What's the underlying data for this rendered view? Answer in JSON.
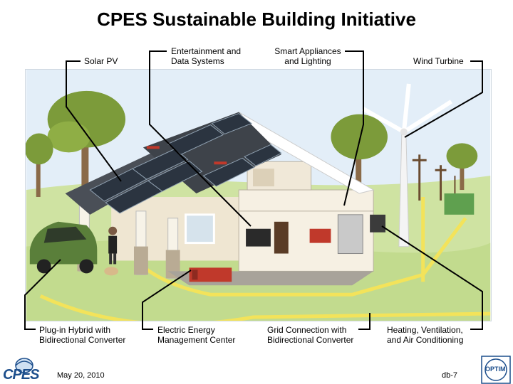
{
  "title": "CPES Sustainable Building Initiative",
  "callouts": {
    "solar_pv": "Solar PV",
    "entertainment_1": "Entertainment and",
    "entertainment_2": "Data Systems",
    "smart_1": "Smart Appliances",
    "smart_2": "and Lighting",
    "wind_turbine": "Wind Turbine",
    "hybrid_1": "Plug-in Hybrid with",
    "hybrid_2": "Bidirectional Converter",
    "energy_1": "Electric Energy",
    "energy_2": "Management Center",
    "grid_1": "Grid Connection with",
    "grid_2": "Bidirectional Converter",
    "hvac_1": "Heating, Ventilation,",
    "hvac_2": "and Air Conditioning"
  },
  "footer": {
    "date": "May 20, 2010",
    "page": "db-7",
    "logo_left": "CPES",
    "logo_right": "OPTIM"
  },
  "colors": {
    "sky": "#dbe9f5",
    "grass": "#cfe3a2",
    "power_line": "#f3e35a",
    "roof": "#4a4f57",
    "solar_panel": "#2b3440",
    "callout_line": "#000000"
  }
}
